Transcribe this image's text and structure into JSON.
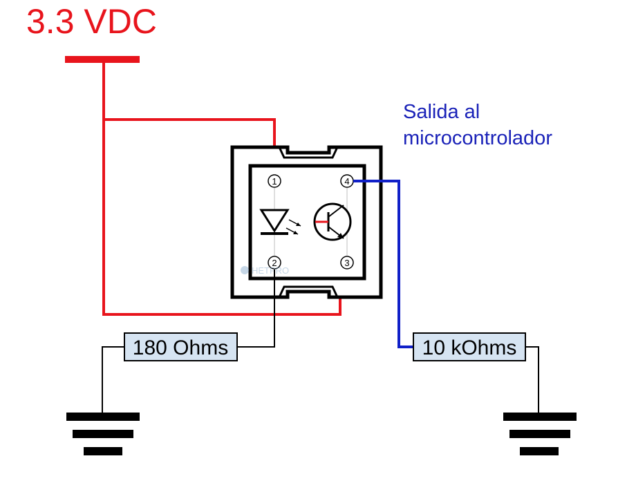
{
  "supply": {
    "label": "3.3 VDC"
  },
  "output": {
    "line1": "Salida al",
    "line2": "microcontrolador"
  },
  "optocoupler": {
    "pins": [
      "1",
      "2",
      "3",
      "4"
    ],
    "watermark": "HETPRO"
  },
  "resistors": {
    "led": {
      "label": "180 Ohms"
    },
    "pulldown": {
      "label": "10 kOhms"
    }
  },
  "colors": {
    "supply_wire": "#e8141c",
    "output_wire": "#1020c8",
    "ground_wire": "#000000",
    "label_red": "#e8141c",
    "label_blue": "#1a22b8",
    "resistor_fill": "#d6e4f2",
    "package_outline": "#000000",
    "pin_guide": "#bfbfbf"
  },
  "icons": {
    "led": "led-diode-icon",
    "transistor": "npn-phototransistor-icon",
    "ground": "ground-symbol-icon"
  }
}
